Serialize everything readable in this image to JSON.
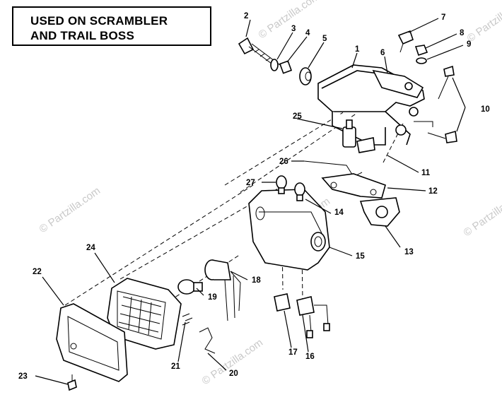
{
  "title": {
    "line1": "USED ON SCRAMBLER",
    "line2": "AND TRAIL BOSS"
  },
  "watermarks": [
    "© Partzilla.com",
    "© Partzilla.com",
    "© Partzilla.com",
    "© Partzilla.com",
    "© Partzilla.com",
    "© Partzilla.com"
  ],
  "callouts": [
    "1",
    "2",
    "3",
    "4",
    "5",
    "6",
    "7",
    "8",
    "9",
    "10",
    "11",
    "12",
    "13",
    "14",
    "15",
    "16",
    "17",
    "18",
    "19",
    "20",
    "21",
    "22",
    "23",
    "24",
    "25",
    "26",
    "27"
  ]
}
